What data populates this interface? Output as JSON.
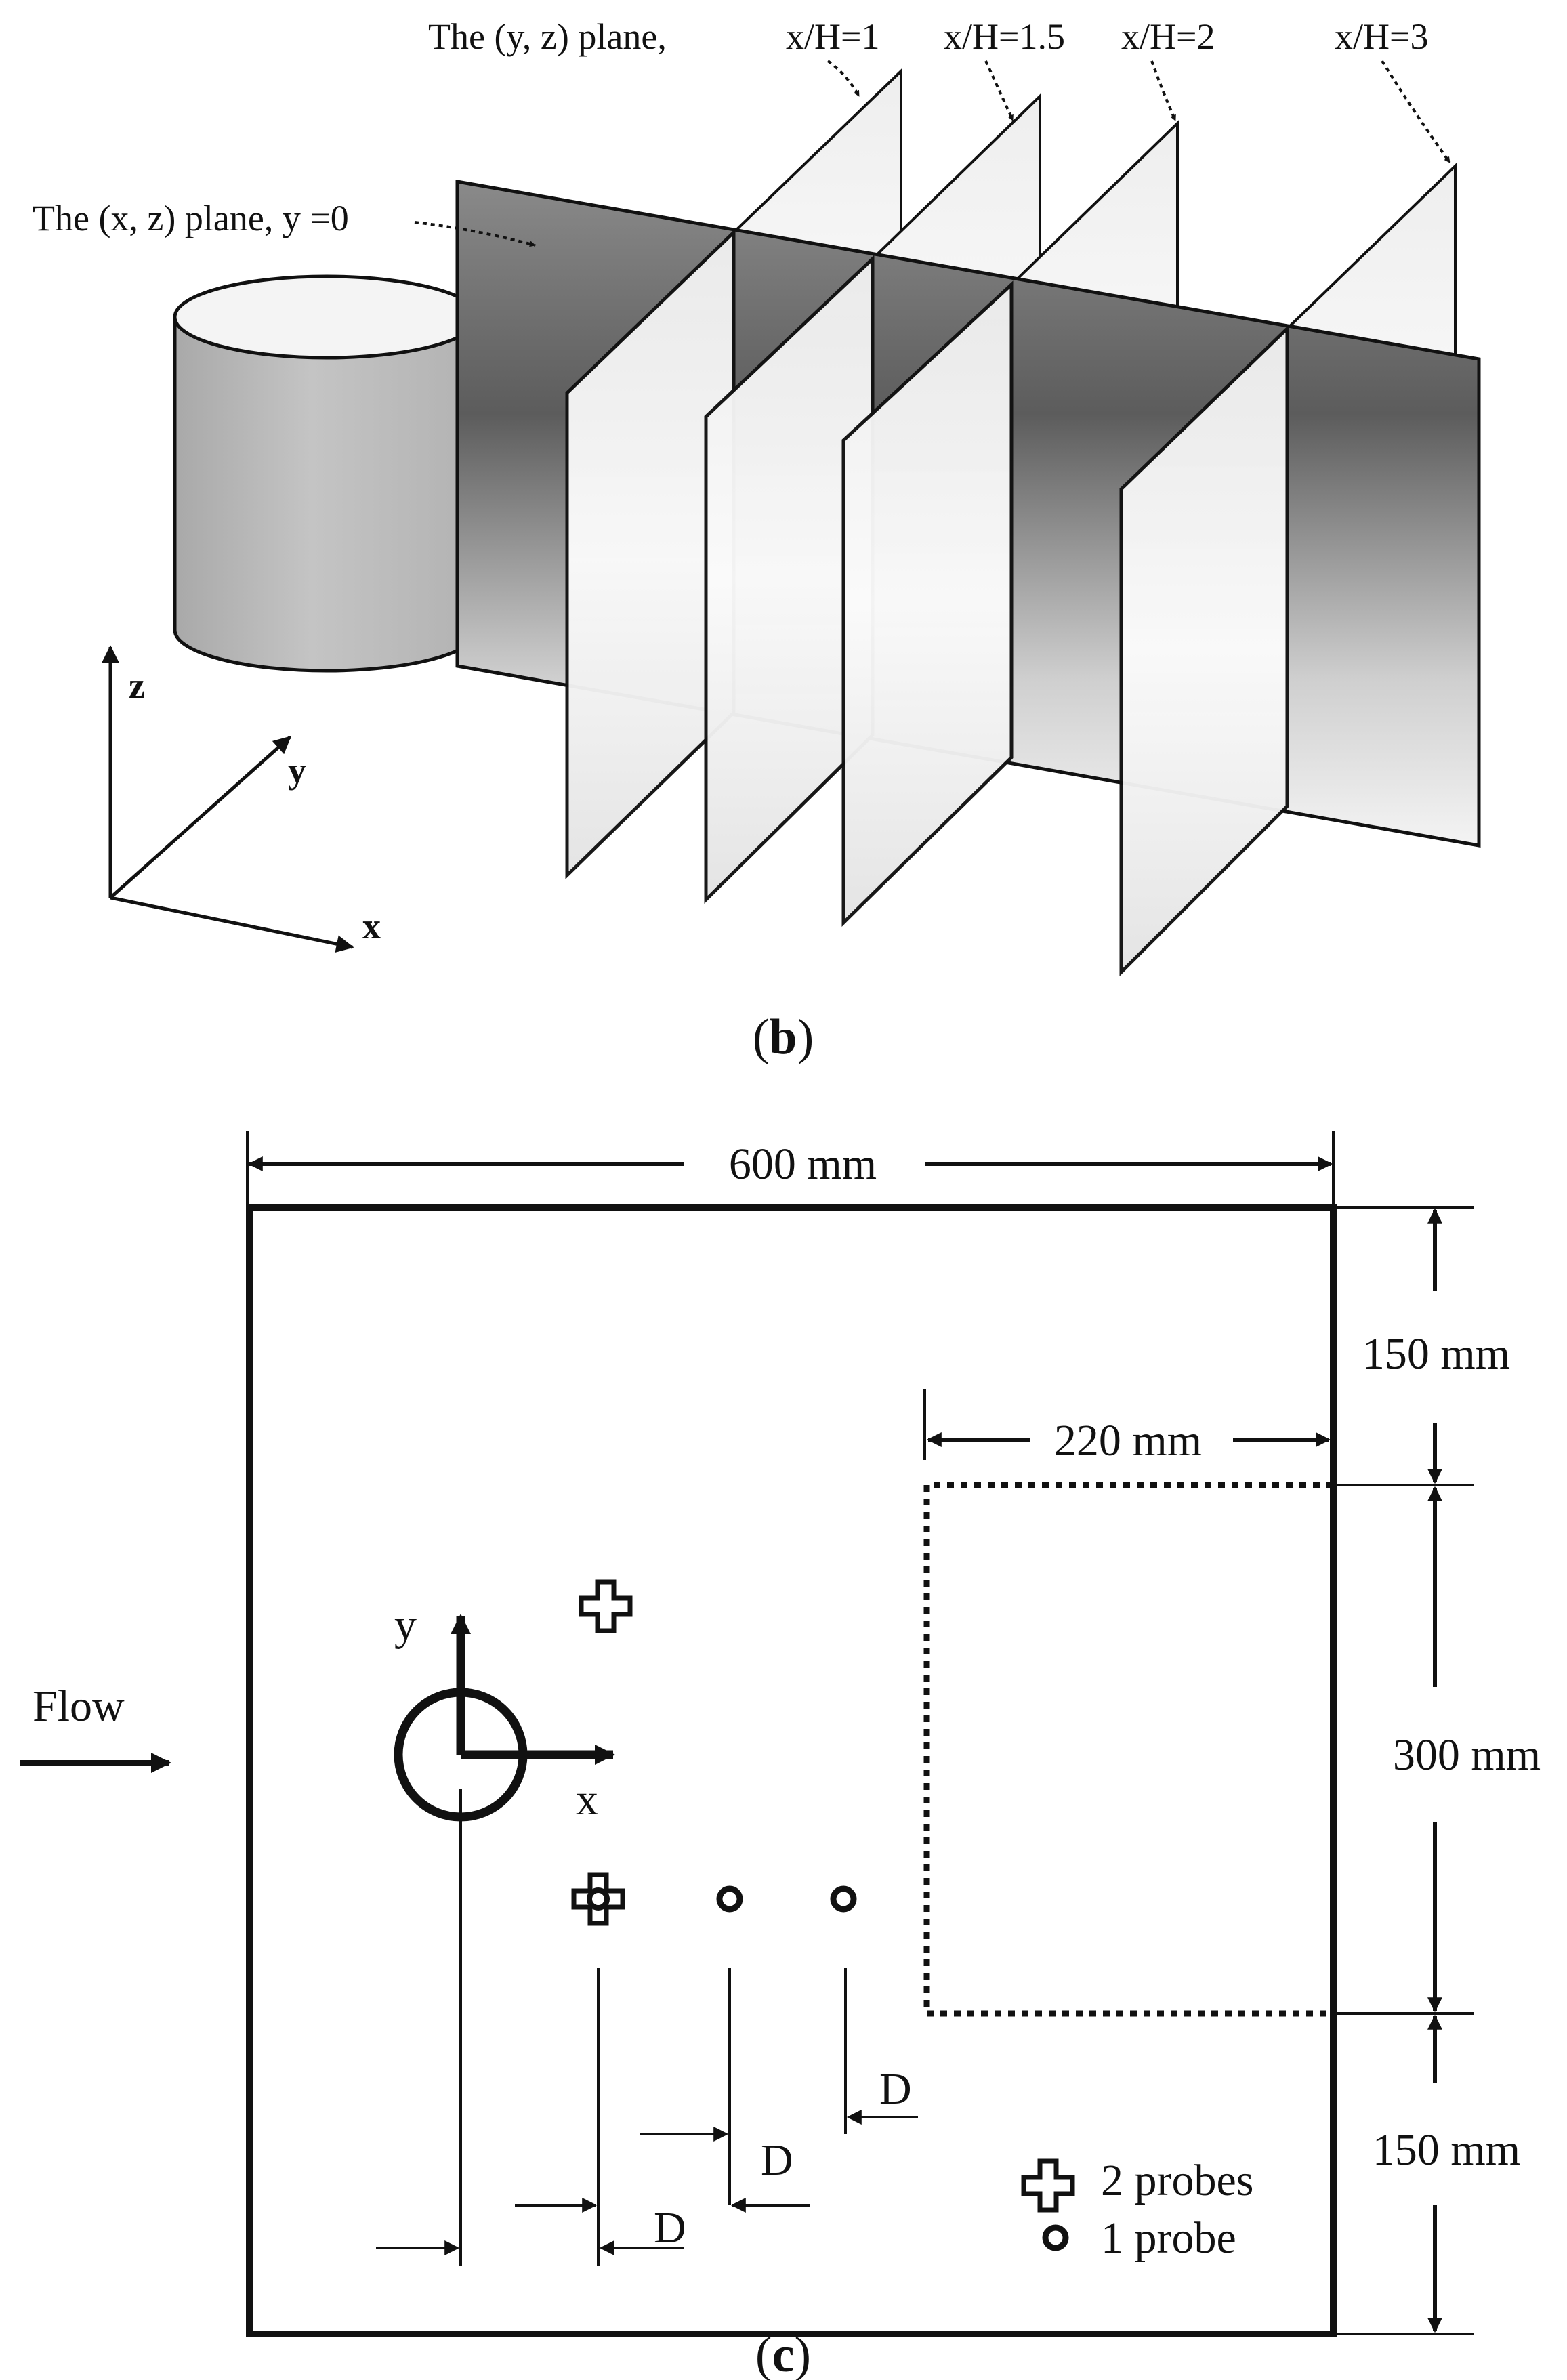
{
  "panel_b": {
    "caption_open": "(",
    "caption_letter": "b",
    "caption_close": ")",
    "yz_plane_label": "The (y, z) plane,",
    "xz_plane_label": "The (x, z) plane, y =0",
    "station_labels": [
      "x/H=1",
      "x/H=1.5",
      "x/H=2",
      "x/H=3"
    ],
    "axes": {
      "x": "x",
      "y": "y",
      "z": "z"
    }
  },
  "panel_c": {
    "caption_open": "(",
    "caption_letter": "c",
    "caption_close": ")",
    "width_dim": "600 mm",
    "top_dim": "150 mm",
    "region_width_dim": "220 mm",
    "region_height_dim": "300 mm",
    "bottom_dim": "150 mm",
    "flow_label": "Flow",
    "axis_x": "x",
    "axis_y": "y",
    "spacing_label": "D",
    "legend": [
      {
        "symbol": "cross",
        "label": "2 probes"
      },
      {
        "symbol": "circle",
        "label": "1 probe"
      }
    ]
  },
  "colors": {
    "line": "#111111",
    "cylinder": "#bdbdbd",
    "xz_plane_dark": "#5a5a5a",
    "yz_plane_light": "#f2f2f2"
  }
}
